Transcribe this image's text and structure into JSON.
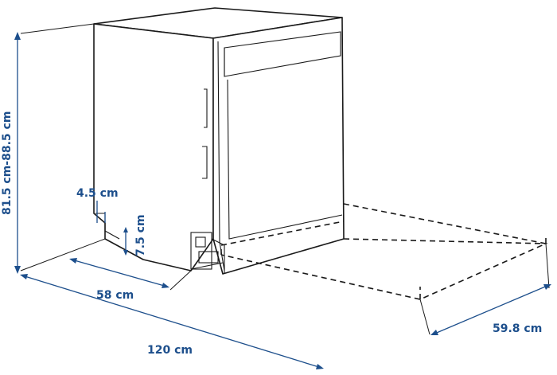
{
  "dimensions": {
    "height": "81.5 cm-88.5 cm",
    "top_gap": "4.5 cm",
    "plinth": "7.5 cm",
    "depth": "58 cm",
    "open_depth": "120 cm",
    "width": "59.8 cm"
  },
  "colors": {
    "dimension": "#1d4f8c",
    "outline": "#1a1a1a"
  }
}
